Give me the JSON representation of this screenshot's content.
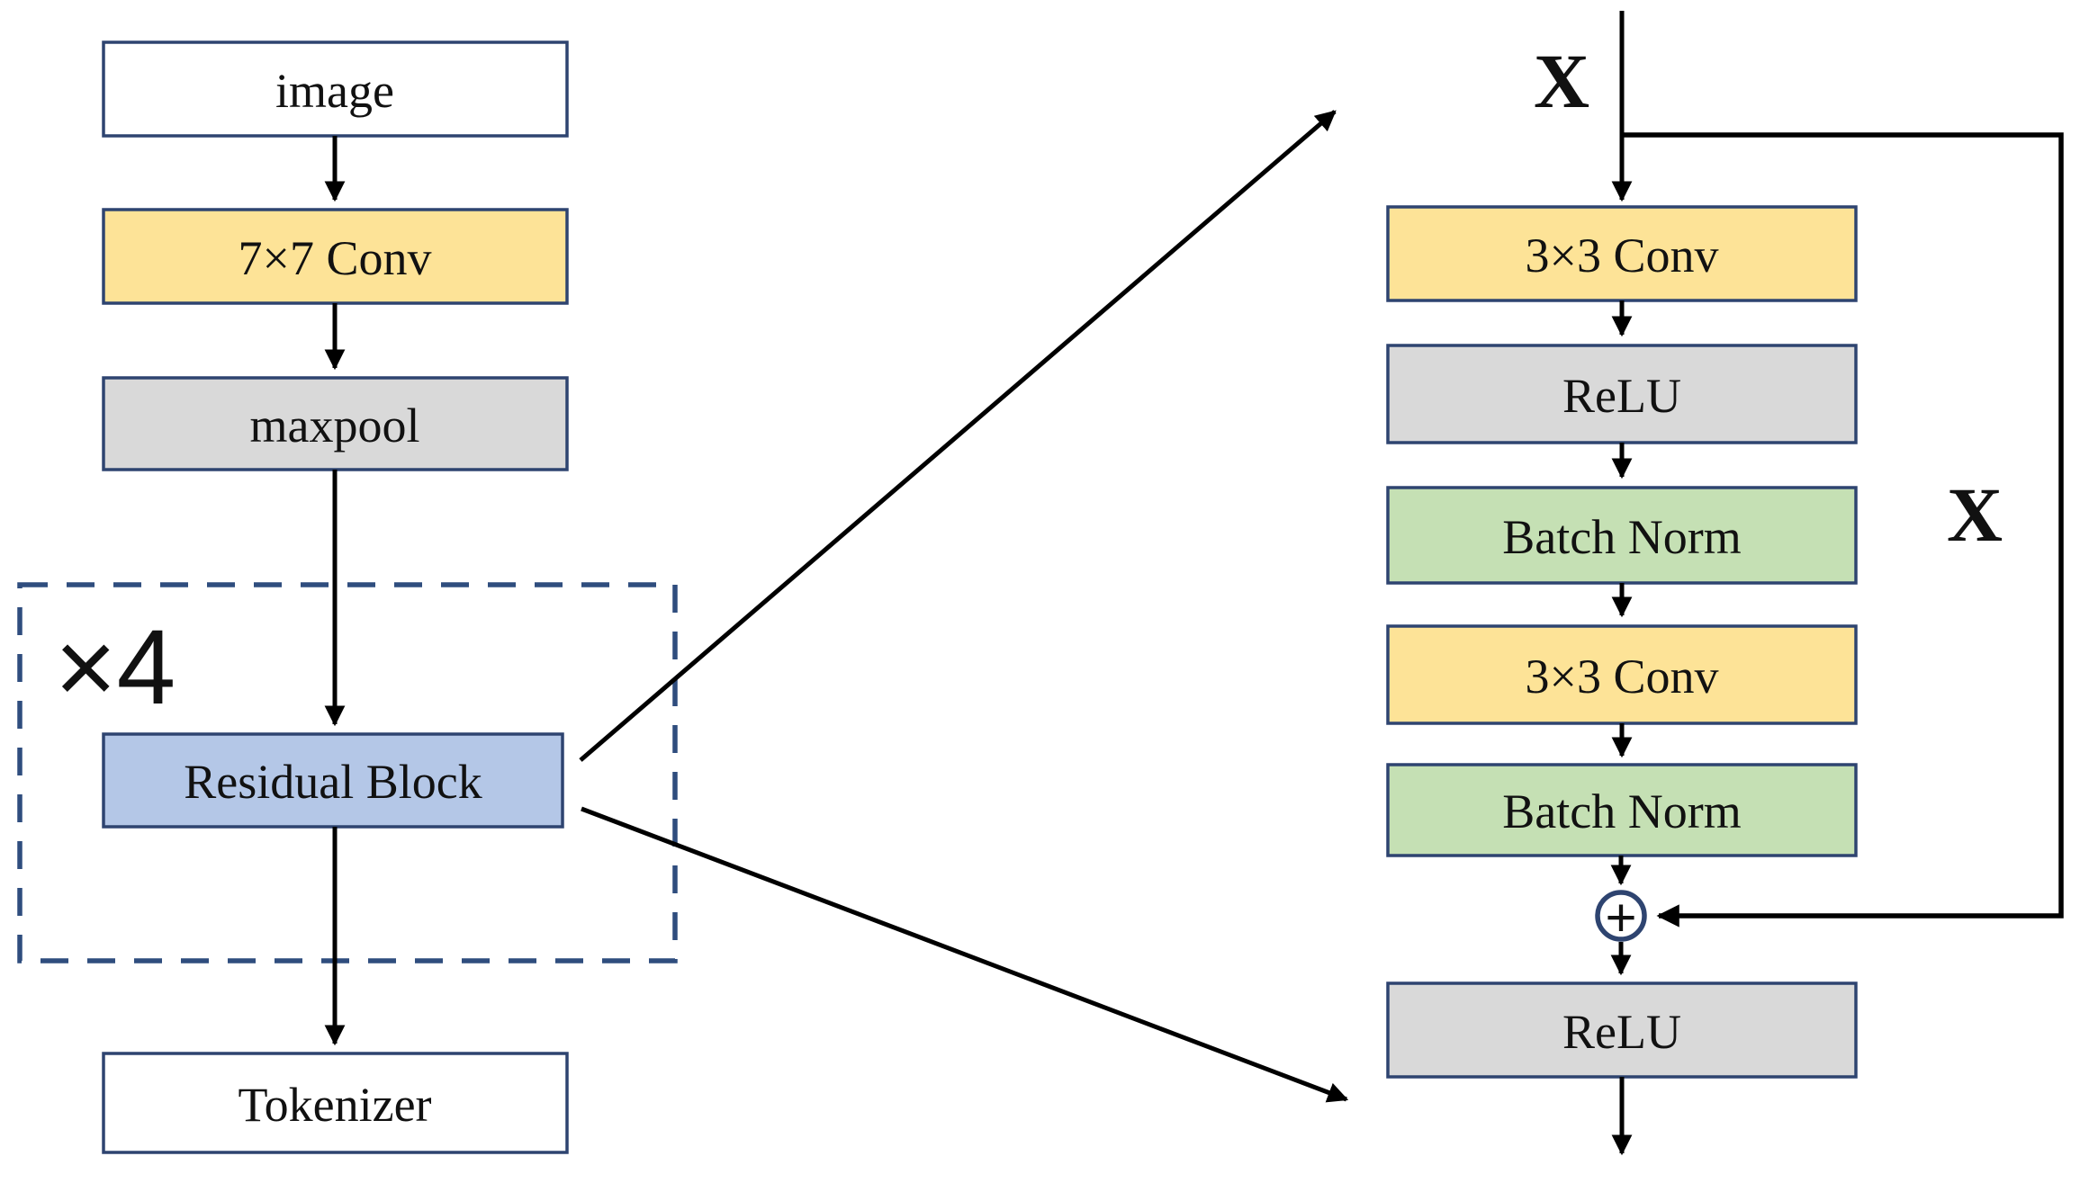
{
  "diagram_title": "ResNet stem with residual block detail",
  "palette": {
    "white": "#FFFFFF",
    "yellow": "#FDE397",
    "gray": "#D9D9D9",
    "green": "#C5E0B4",
    "blue": "#B4C7E7",
    "border_navy": "#2E4470",
    "dashed_navy": "#2F4D7E",
    "line_black": "#000000"
  },
  "left_pipeline": {
    "nodes": [
      {
        "label": "image",
        "kind": "input"
      },
      {
        "label": "7×7 Conv",
        "kind": "conv"
      },
      {
        "label": "maxpool",
        "kind": "pool"
      },
      {
        "label": "Residual Block",
        "kind": "residual"
      },
      {
        "label": "Tokenizer",
        "kind": "output"
      }
    ],
    "repeat_label": "×4"
  },
  "residual_detail": {
    "input_label": "X",
    "skip_label": "X",
    "nodes": [
      {
        "label": "3×3 Conv",
        "kind": "conv"
      },
      {
        "label": "ReLU",
        "kind": "activation"
      },
      {
        "label": "Batch Norm",
        "kind": "norm"
      },
      {
        "label": "3×3 Conv",
        "kind": "conv"
      },
      {
        "label": "Batch Norm",
        "kind": "norm"
      }
    ],
    "merge_symbol": "+",
    "output_node": {
      "label": "ReLU",
      "kind": "activation"
    }
  }
}
